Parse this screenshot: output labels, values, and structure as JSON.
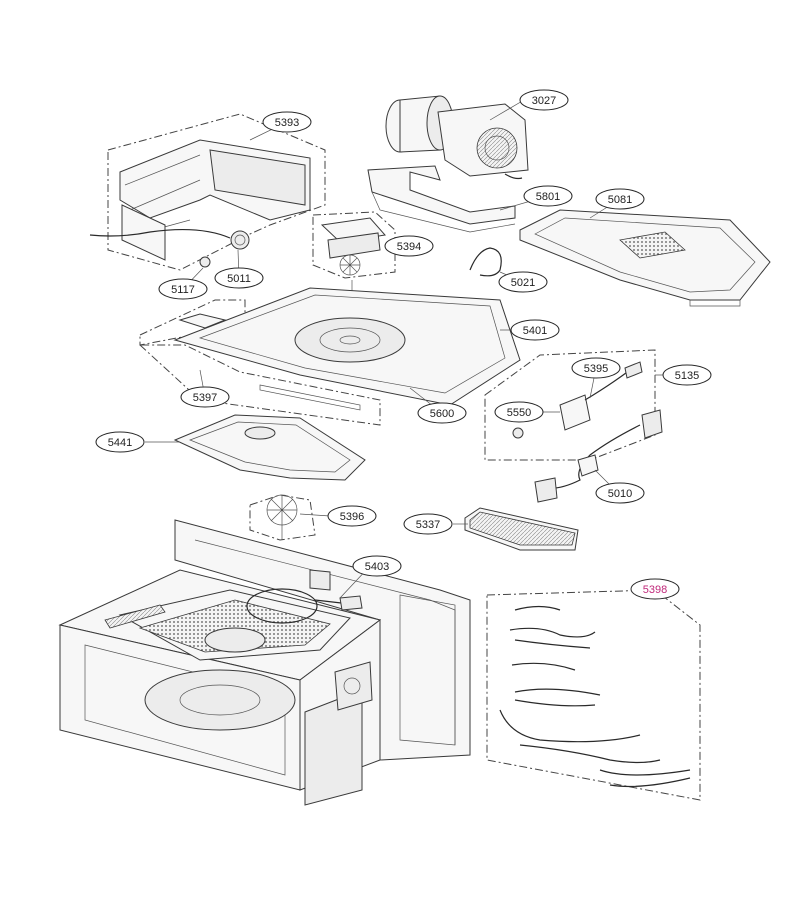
{
  "diagram": {
    "accent_color": "#c0287a",
    "callouts": [
      {
        "id": "3027",
        "text": "3027"
      },
      {
        "id": "5393",
        "text": "5393"
      },
      {
        "id": "5801",
        "text": "5801"
      },
      {
        "id": "5081",
        "text": "5081"
      },
      {
        "id": "5394",
        "text": "5394"
      },
      {
        "id": "5011",
        "text": "5011"
      },
      {
        "id": "5117",
        "text": "5117"
      },
      {
        "id": "5021",
        "text": "5021"
      },
      {
        "id": "5401",
        "text": "5401"
      },
      {
        "id": "5395",
        "text": "5395"
      },
      {
        "id": "5135",
        "text": "5135"
      },
      {
        "id": "5397",
        "text": "5397"
      },
      {
        "id": "5600",
        "text": "5600"
      },
      {
        "id": "5550",
        "text": "5550"
      },
      {
        "id": "5441",
        "text": "5441"
      },
      {
        "id": "5010",
        "text": "5010"
      },
      {
        "id": "5396",
        "text": "5396"
      },
      {
        "id": "5337",
        "text": "5337"
      },
      {
        "id": "5403",
        "text": "5403"
      },
      {
        "id": "5398",
        "text": "5398"
      }
    ]
  }
}
